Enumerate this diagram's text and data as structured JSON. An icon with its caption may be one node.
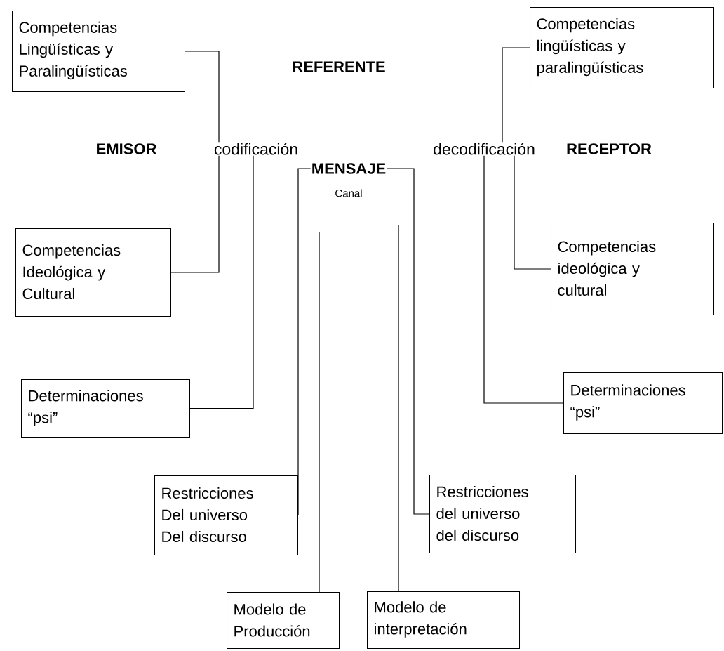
{
  "diagram": {
    "nodes": [
      {
        "text": [
          "Competencias Lingüísticas y Paralingüísticas"
        ]
      },
      {
        "text": [
          "REFERENTE"
        ]
      },
      {
        "text": [
          "Competencias lingüísticas y paralingüísticas"
        ]
      },
      {
        "text": [
          "EMISOR"
        ]
      },
      {
        "text": [
          "codificación"
        ]
      },
      {
        "text": [
          "decodificación"
        ]
      },
      {
        "text": [
          "RECEPTOR"
        ]
      },
      {
        "text": [
          "MENSAJE"
        ]
      },
      {
        "text": [
          "Canal"
        ]
      },
      {
        "text": [
          "Competencias Ideológica y Cultural"
        ]
      },
      {
        "text": [
          "Competencias ideológica y cultural"
        ]
      },
      {
        "text": [
          "Determinaciones “psi”"
        ]
      },
      {
        "text": [
          "Determinaciones “psi”"
        ]
      },
      {
        "text": [
          "Restricciones Del universo Del discurso"
        ]
      },
      {
        "text": [
          "Restricciones del universo del discurso"
        ]
      },
      {
        "text": [
          "Modelo de Producción"
        ]
      },
      {
        "text": [
          "Modelo de interpretación"
        ]
      }
    ],
    "edges": [
      {
        "from": 0,
        "to": 4,
        "arrow": "none"
      },
      {
        "from": 2,
        "to": 5,
        "arrow": "none"
      },
      {
        "from": 4,
        "to": 9,
        "arrow": "none"
      },
      {
        "from": 4,
        "to": 11,
        "arrow": "none"
      },
      {
        "from": 7,
        "to": 13,
        "arrow": "none"
      },
      {
        "from": null,
        "to": 15,
        "arrow": "none"
      },
      {
        "from": null,
        "to": 16,
        "arrow": "none"
      },
      {
        "from": 7,
        "to": 14,
        "arrow": "none"
      },
      {
        "from": 5,
        "to": 12,
        "arrow": "none"
      },
      {
        "from": 5,
        "to": 10,
        "arrow": "none"
      }
    ]
  }
}
